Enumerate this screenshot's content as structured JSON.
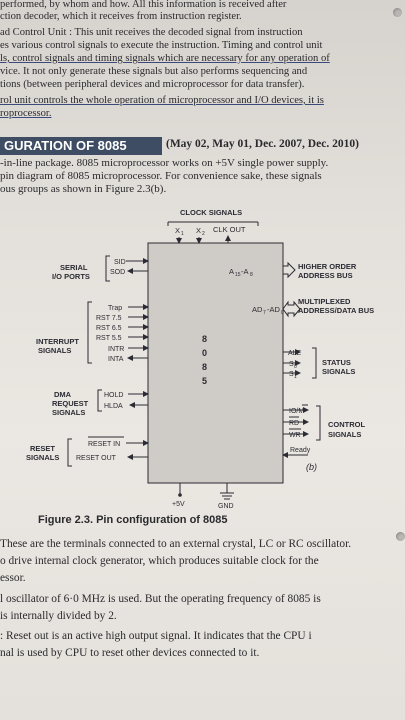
{
  "top_lines": [
    "performed, by whom and how. All this information is received after",
    "ction decoder, which it receives from instruction register.",
    "ad Control Unit : This unit receives the decoded signal from instruction",
    "es various control signals to execute the instruction. Timing and control unit",
    "ls, control signals and timing signals which are necessary for any operation of",
    "vice. It not only generate these signals but also performs sequencing and",
    "tions (between peripheral devices and microprocessor for data transfer).",
    "rol unit controls the whole operation of microprocessor and I/O devices, it is",
    "roprocessor."
  ],
  "section": {
    "heading": "GURATION OF 8085",
    "years": "(May 02, May 01, Dec. 2007, Dec. 2010)"
  },
  "intro_lines": [
    "-in-line package. 8085 microprocessor works on +5V single power supply.",
    "pin diagram of 8085 microprocessor. For convenience sake, these signals",
    "ous groups as shown in Figure 2.3(b)."
  ],
  "figure": {
    "clock_signals": "CLOCK SIGNALS",
    "x1": "X",
    "x2": "X",
    "clk_out": "CLK OUT",
    "serial_group": [
      "SERIAL",
      "I/O PORTS"
    ],
    "sid": "SID",
    "sod": "SOD",
    "interrupt_group": [
      "INTERRUPT",
      "SIGNALS"
    ],
    "interrupt_pins": [
      "Trap",
      "RST 7.5",
      "RST 6.5",
      "RST 5.5",
      "INTR",
      "INTA"
    ],
    "dma_group": [
      "DMA",
      "REQUEST",
      "SIGNALS"
    ],
    "hold": "HOLD",
    "hlda": "HLDA",
    "reset_group": [
      "RESET",
      "SIGNALS"
    ],
    "reset_in": "RESET IN",
    "reset_out": "RESET OUT",
    "chip_digits": [
      "8",
      "0",
      "8",
      "5"
    ],
    "a15_a8": "A",
    "a_sub": "15",
    "a_sub2": "8",
    "higher_order": [
      "HIGHER ORDER",
      "ADDRESS BUS"
    ],
    "ad_label": "AD",
    "ad_sub": "7",
    "ad_sub2": "0",
    "multiplexed": [
      "MULTIPLEXED",
      "ADDRESS/DATA BUS"
    ],
    "ale": "ALE",
    "s0": "S",
    "s1": "S",
    "status_group": [
      "STATUS",
      "SIGNALS"
    ],
    "io_m": "IO/M",
    "rd": "RD",
    "wr": "WR",
    "control_group": [
      "CONTROL",
      "SIGNALS"
    ],
    "ready": "Ready",
    "part": "(b)",
    "vcc": "+5V",
    "gnd": "GND"
  },
  "caption": "Figure 2.3. Pin configuration of 8085",
  "body_lines": [
    "These are the terminals connected to an external crystal, LC or RC oscillator.",
    "o drive internal clock generator, which produces suitable clock for the",
    "essor.",
    "l oscillator of 6·0 MHz is used. But the operating frequency of 8085 is",
    "is internally divided by 2.",
    ": Reset out is an active high output signal. It indicates that the CPU i",
    "nal is used by CPU to reset other devices connected to it."
  ]
}
